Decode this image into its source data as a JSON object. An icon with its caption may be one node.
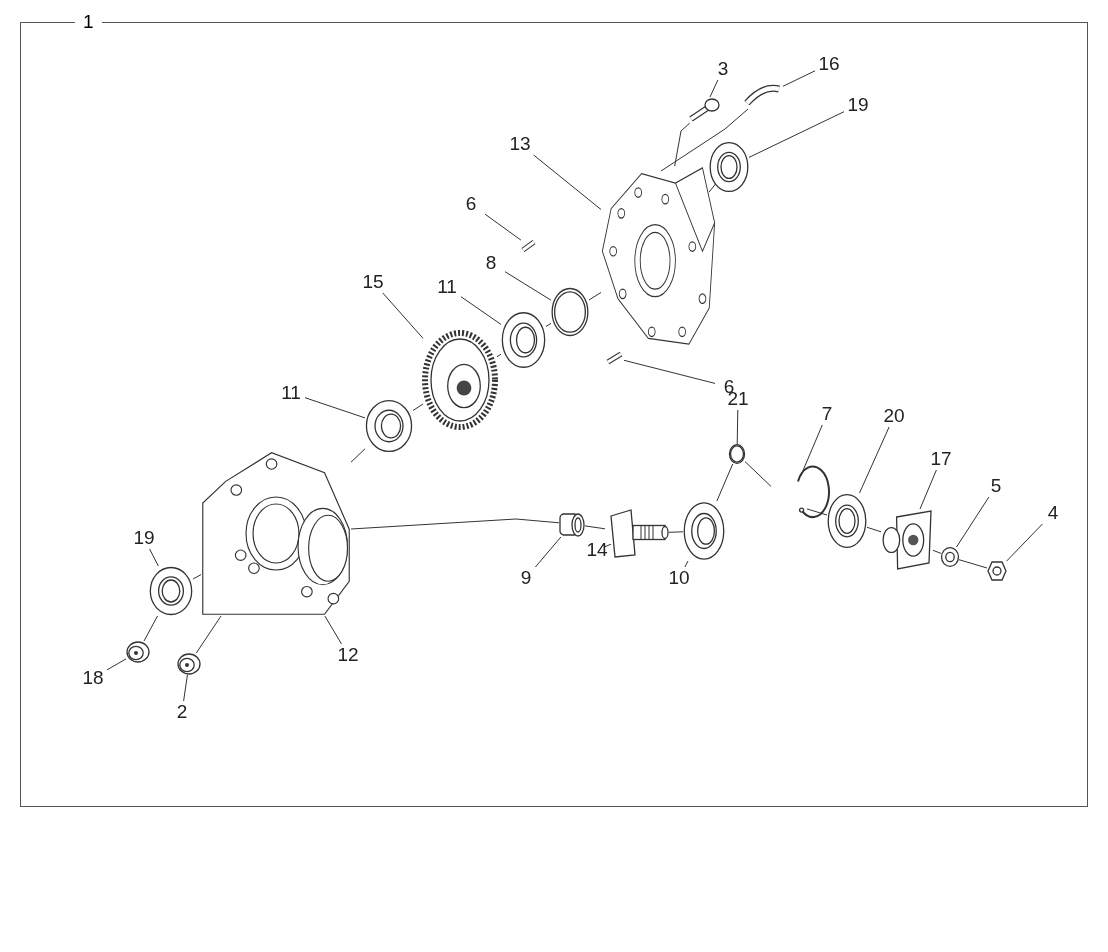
{
  "diagram": {
    "nodes": [
      {
        "text": [
          "1"
        ]
      },
      {
        "text": [
          "3"
        ],
        "in": 0
      },
      {
        "text": [],
        "shape": "picture",
        "in": 0
      },
      {
        "text": [
          "16"
        ],
        "in": 0
      },
      {
        "text": [],
        "shape": "picture",
        "in": 0
      },
      {
        "text": [
          "19"
        ],
        "in": 0
      },
      {
        "text": [],
        "shape": "picture",
        "in": 0
      },
      {
        "text": [
          "13"
        ],
        "in": 0
      },
      {
        "text": [],
        "shape": "picture",
        "in": 0
      },
      {
        "text": [
          "6"
        ],
        "in": 0
      },
      {
        "text": [],
        "shape": "picture",
        "in": 0
      },
      {
        "text": [
          "8"
        ],
        "in": 0
      },
      {
        "text": [],
        "shape": "picture",
        "in": 0
      },
      {
        "text": [
          "11"
        ],
        "in": 0
      },
      {
        "text": [],
        "shape": "picture",
        "in": 0
      },
      {
        "text": [
          "15"
        ],
        "in": 0
      },
      {
        "text": [],
        "shape": "picture",
        "in": 0
      },
      {
        "text": [
          "6"
        ],
        "in": 0
      },
      {
        "text": [],
        "shape": "picture",
        "in": 0
      },
      {
        "text": [
          "11"
        ],
        "in": 0
      },
      {
        "text": [],
        "shape": "picture",
        "in": 0
      },
      {
        "text": [
          "21"
        ],
        "in": 0
      },
      {
        "text": [],
        "shape": "picture",
        "in": 0
      },
      {
        "text": [
          "7"
        ],
        "in": 0
      },
      {
        "text": [],
        "shape": "picture",
        "in": 0
      },
      {
        "text": [
          "20"
        ],
        "in": 0
      },
      {
        "text": [],
        "shape": "picture",
        "in": 0
      },
      {
        "text": [
          "17"
        ],
        "in": 0
      },
      {
        "text": [],
        "shape": "picture",
        "in": 0
      },
      {
        "text": [
          "5"
        ],
        "in": 0
      },
      {
        "text": [],
        "shape": "picture",
        "in": 0
      },
      {
        "text": [
          "4"
        ],
        "in": 0
      },
      {
        "text": [],
        "shape": "picture",
        "in": 0
      },
      {
        "text": [
          "9"
        ],
        "in": 0
      },
      {
        "text": [],
        "shape": "cylinder",
        "in": 0
      },
      {
        "text": [
          "14"
        ],
        "in": 0
      },
      {
        "text": [],
        "shape": "picture",
        "in": 0
      },
      {
        "text": [
          "10"
        ],
        "in": 0
      },
      {
        "text": [],
        "shape": "picture",
        "in": 0
      },
      {
        "text": [
          "19"
        ],
        "in": 0
      },
      {
        "text": [],
        "shape": "picture",
        "in": 0
      },
      {
        "text": [
          "18"
        ],
        "in": 0
      },
      {
        "text": [],
        "shape": "picture",
        "in": 0
      },
      {
        "text": [
          "2"
        ],
        "in": 0
      },
      {
        "text": [],
        "shape": "picture",
        "in": 0
      },
      {
        "text": [
          "12"
        ],
        "in": 0
      },
      {
        "text": [],
        "shape": "picture",
        "in": 0
      }
    ],
    "edges": [
      {
        "from": 1,
        "to": 2,
        "arrow": "none"
      },
      {
        "from": 3,
        "to": 4,
        "arrow": "none"
      },
      {
        "from": 5,
        "to": 6,
        "arrow": "none"
      },
      {
        "from": 7,
        "to": 8,
        "arrow": "none"
      },
      {
        "from": 9,
        "to": 10,
        "arrow": "none"
      },
      {
        "from": 11,
        "to": 12,
        "arrow": "none"
      },
      {
        "from": 13,
        "to": 14,
        "arrow": "none"
      },
      {
        "from": 15,
        "to": 16,
        "arrow": "none"
      },
      {
        "from": 17,
        "to": 18,
        "arrow": "none"
      },
      {
        "from": 19,
        "to": 20,
        "arrow": "none"
      },
      {
        "from": 21,
        "to": 22,
        "arrow": "none"
      },
      {
        "from": 23,
        "to": 24,
        "arrow": "none"
      },
      {
        "from": 25,
        "to": 26,
        "arrow": "none"
      },
      {
        "from": 27,
        "to": 28,
        "arrow": "none"
      },
      {
        "from": 29,
        "to": 30,
        "arrow": "none"
      },
      {
        "from": 31,
        "to": 32,
        "arrow": "none"
      },
      {
        "from": 33,
        "to": 34,
        "arrow": "none"
      },
      {
        "from": 35,
        "to": 36,
        "arrow": "none"
      },
      {
        "from": 37,
        "to": 38,
        "arrow": "none"
      },
      {
        "from": 39,
        "to": 40,
        "arrow": "none"
      },
      {
        "from": 41,
        "to": 42,
        "arrow": "none"
      },
      {
        "from": 43,
        "to": 44,
        "arrow": "none"
      },
      {
        "from": 45,
        "to": 46,
        "arrow": "none"
      },
      {
        "from": 2,
        "to": 8,
        "arrow": "none"
      },
      {
        "from": 4,
        "to": 8,
        "arrow": "none"
      },
      {
        "from": 6,
        "to": 8,
        "arrow": "none"
      },
      {
        "from": 8,
        "to": 12,
        "arrow": "none"
      },
      {
        "from": 12,
        "to": 14,
        "arrow": "none"
      },
      {
        "from": 14,
        "to": 16,
        "arrow": "none"
      },
      {
        "from": 16,
        "to": 20,
        "arrow": "none"
      },
      {
        "from": 20,
        "to": 46,
        "arrow": "none"
      },
      {
        "from": 46,
        "to": 34,
        "arrow": "none"
      },
      {
        "from": 34,
        "to": 36,
        "arrow": "none"
      },
      {
        "from": 36,
        "to": 38,
        "arrow": "none"
      },
      {
        "from": 38,
        "to": 22,
        "arrow": "none"
      },
      {
        "from": 22,
        "to": 24,
        "arrow": "none"
      },
      {
        "from": 24,
        "to": 26,
        "arrow": "none"
      },
      {
        "from": 26,
        "to": 28,
        "arrow": "none"
      },
      {
        "from": 28,
        "to": 30,
        "arrow": "none"
      },
      {
        "from": 30,
        "to": 32,
        "arrow": "none"
      },
      {
        "from": 42,
        "to": 40,
        "arrow": "none"
      },
      {
        "from": 40,
        "to": 46,
        "arrow": "none"
      },
      {
        "from": 44,
        "to": 46,
        "arrow": "none"
      }
    ]
  }
}
